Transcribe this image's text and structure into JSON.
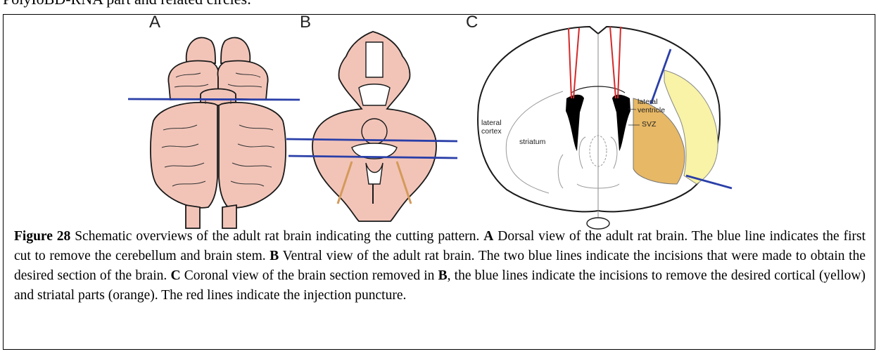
{
  "page_header": "PolyIoBD-RNA part and related circles:",
  "figure": {
    "panel_labels": [
      "A",
      "B",
      "C"
    ],
    "labels": {
      "lateral_cortex": [
        "lateral",
        "cortex"
      ],
      "striatum": "striatum",
      "lateral_ventricle": [
        "lateral",
        "ventricle"
      ],
      "svz": "SVZ"
    },
    "colors": {
      "tissue": "#f2c4b8",
      "cut_line": "#2a3fa8",
      "injection": "#d42a2a",
      "cortical_part": "#f8f3a6",
      "striatal_part": "#e7b865",
      "ventricle": "#000000"
    }
  },
  "caption": {
    "figure_id": "Figure 28",
    "intro": " Schematic overviews of the adult rat brain indicating the cutting pattern. ",
    "a_label": "A",
    "a_text": " Dorsal view of the adult rat brain. The blue line indicates the first cut to remove the cerebellum and brain stem. ",
    "b_label": "B",
    "b_text": " Ventral view of the adult rat brain. The two blue lines indicate the incisions that were made to obtain the desired section of the brain. ",
    "c_label": "C",
    "c_text": " Coronal view of the brain section removed in ",
    "c_ref": "B",
    "c_text2": ", the blue lines indicate the incisions to remove the desired cortical (yellow) and striatal parts (orange). The red lines indicate the injection puncture."
  }
}
